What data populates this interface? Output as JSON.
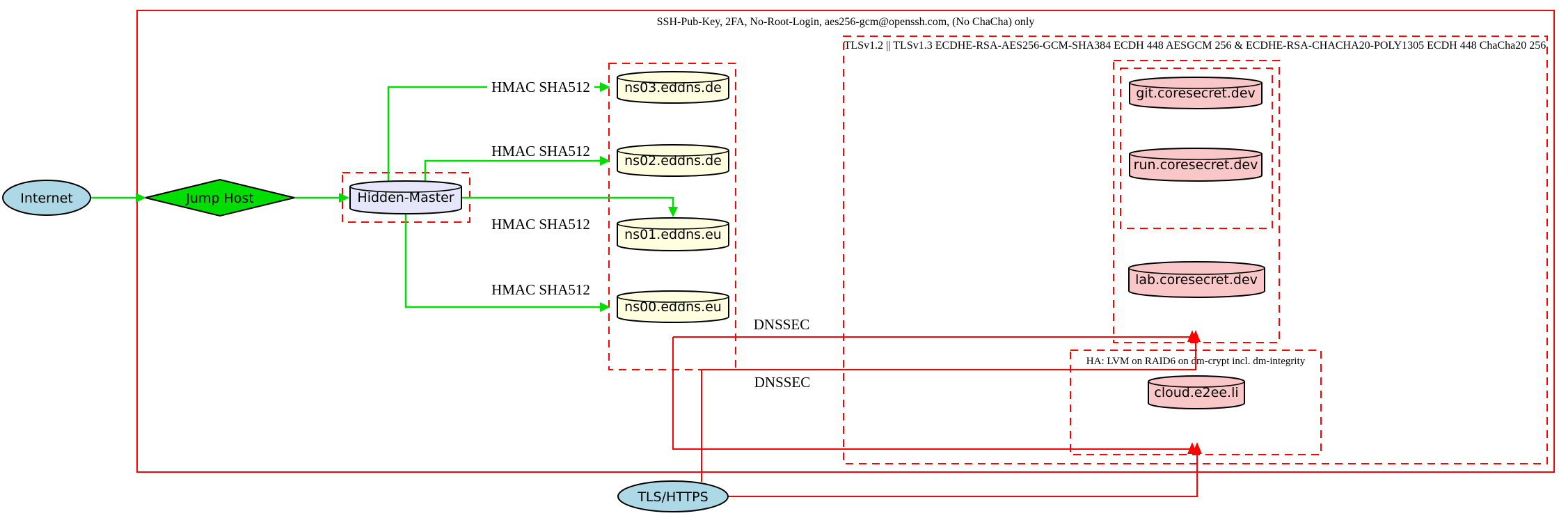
{
  "colors": {
    "red": "#ff0000",
    "green": "#00dd00",
    "node_blue": "#add8e6",
    "node_yellow": "#ffffe0",
    "node_pink": "#f9c7c7",
    "node_lavender": "#e6e6fa",
    "outline": "#000000",
    "background": "#ffffff"
  },
  "clusters": {
    "ssh": {
      "label": "SSH-Pub-Key, 2FA, No-Root-Login, aes256-gcm@openssh.com, (No ChaCha) only"
    },
    "tls": {
      "label": "TLSv1.2 || TLSv1.3 ECDHE-RSA-AES256-GCM-SHA384 ECDH 448 AESGCM 256 & ECDHE-RSA-CHACHA20-POLY1305 ECDH 448 ChaCha20 256"
    },
    "ha": {
      "label": "HA: LVM on RAID6 on dm-crypt incl. dm-integrity"
    }
  },
  "nodes": {
    "internet": "Internet",
    "jump_host": "Jump Host",
    "hidden_master": "Hidden-Master",
    "ns03": "ns03.eddns.de",
    "ns02": "ns02.eddns.de",
    "ns01": "ns01.eddns.eu",
    "ns00": "ns00.eddns.eu",
    "git": "git.coresecret.dev",
    "run": "run.coresecret.dev",
    "lab": "lab.coresecret.dev",
    "cloud": "cloud.e2ee.li",
    "tls_https": "TLS/HTTPS"
  },
  "edge_labels": {
    "hmac": "HMAC SHA512",
    "dnssec": "DNSSEC"
  }
}
